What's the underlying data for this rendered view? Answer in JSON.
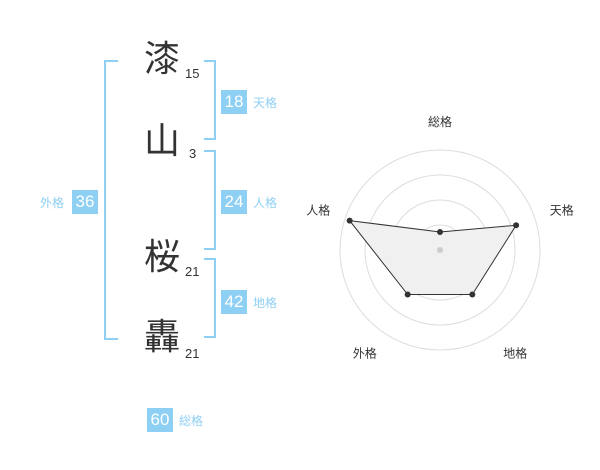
{
  "name": {
    "chars": [
      {
        "kanji": "漆",
        "strokes": "15"
      },
      {
        "kanji": "山",
        "strokes": "3"
      },
      {
        "kanji": "桜",
        "strokes": "21"
      },
      {
        "kanji": "轟",
        "strokes": "21"
      }
    ]
  },
  "fortunes": {
    "tenkaku": {
      "value": "18",
      "label": "天格"
    },
    "jinkaku": {
      "value": "24",
      "label": "人格"
    },
    "chikaku": {
      "value": "42",
      "label": "地格"
    },
    "gaikaku": {
      "value": "36",
      "label": "外格"
    },
    "soukaku": {
      "value": "60",
      "label": "総格"
    }
  },
  "colors": {
    "accent": "#8ecff4",
    "text": "#333333"
  },
  "chart_data": {
    "type": "radar",
    "axes": [
      "総格",
      "天格",
      "地格",
      "外格",
      "人格"
    ],
    "values": [
      0.18,
      0.8,
      0.55,
      0.55,
      0.95
    ],
    "rlim": [
      0,
      1
    ],
    "rings": 4
  }
}
